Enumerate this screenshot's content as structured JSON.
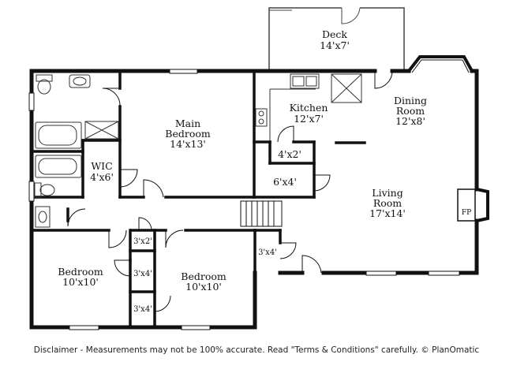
{
  "rooms": {
    "deck": {
      "name": "Deck",
      "size": "14'x7'"
    },
    "kitchen": {
      "name": "Kitchen",
      "size": "12'x7'"
    },
    "dining": {
      "name": "Dining",
      "name2": "Room",
      "size": "12'x8'"
    },
    "main_bedroom": {
      "name": "Main",
      "name2": "Bedroom",
      "size": "14'x13'"
    },
    "wic": {
      "name": "WIC",
      "size": "4'x6'"
    },
    "closet_4x2": {
      "size": "4'x2'"
    },
    "closet_6x4": {
      "size": "6'x4'"
    },
    "living": {
      "name": "Living",
      "name2": "Room",
      "size": "17'x14'"
    },
    "fireplace": {
      "label": "FP"
    },
    "closet_3x2": {
      "size": "3'x2'"
    },
    "closet_3x4_hall": {
      "size": "3'x4'"
    },
    "closet_3x4_right": {
      "size": "3'x4'"
    },
    "closet_3x4_bottom": {
      "size": "3'x4'"
    },
    "bedroom_left": {
      "name": "Bedroom",
      "size": "10'x10'"
    },
    "bedroom_mid": {
      "name": "Bedroom",
      "size": "10'x10'"
    }
  },
  "disclaimer": "Disclaimer - Measurements may not be 100% accurate. Read \"Terms & Conditions\" carefully. © PlanOmatic"
}
